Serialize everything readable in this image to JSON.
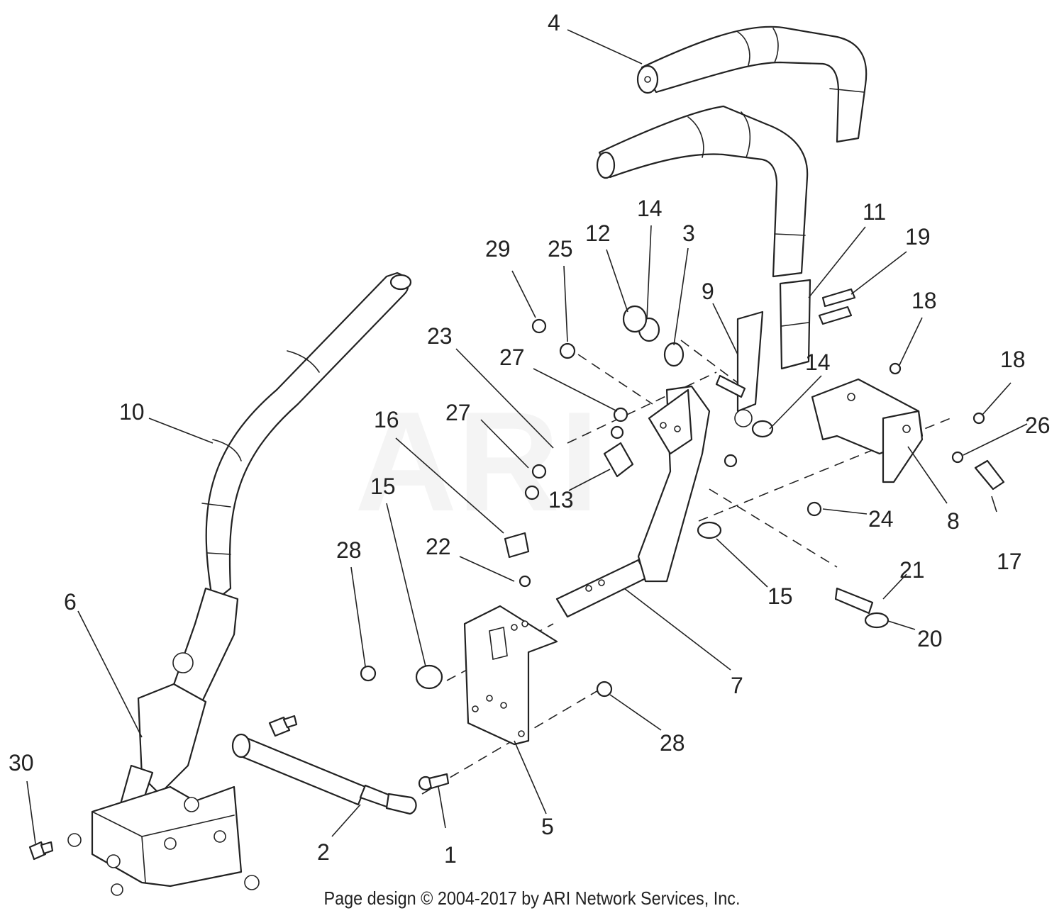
{
  "diagram": {
    "watermark": "ARI",
    "callouts": [
      "1",
      "2",
      "3",
      "4",
      "5",
      "6",
      "7",
      "8",
      "9",
      "10",
      "11",
      "12",
      "13",
      "14",
      "14",
      "15",
      "15",
      "16",
      "17",
      "18",
      "18",
      "19",
      "20",
      "21",
      "22",
      "23",
      "24",
      "25",
      "26",
      "27",
      "27",
      "28",
      "28",
      "29",
      "30"
    ]
  },
  "footer": {
    "copyright": "Page design © 2004-2017 by ARI Network Services, Inc."
  }
}
